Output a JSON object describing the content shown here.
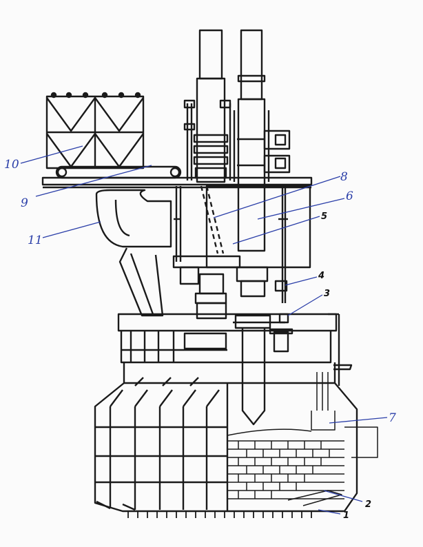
{
  "diagram": {
    "callouts": [
      {
        "id": "1",
        "label": "1"
      },
      {
        "id": "2",
        "label": "2"
      },
      {
        "id": "3",
        "label": "3"
      },
      {
        "id": "4",
        "label": "4"
      },
      {
        "id": "5",
        "label": "5"
      },
      {
        "id": "6",
        "label": "6"
      },
      {
        "id": "7",
        "label": "7"
      },
      {
        "id": "8",
        "label": "8"
      },
      {
        "id": "9",
        "label": "9"
      },
      {
        "id": "10",
        "label": "10"
      },
      {
        "id": "11",
        "label": "11"
      }
    ],
    "colors": {
      "ink": "#1a1a1a",
      "label_blue": "#2a3ea8",
      "background": "#fbfbfb"
    }
  }
}
